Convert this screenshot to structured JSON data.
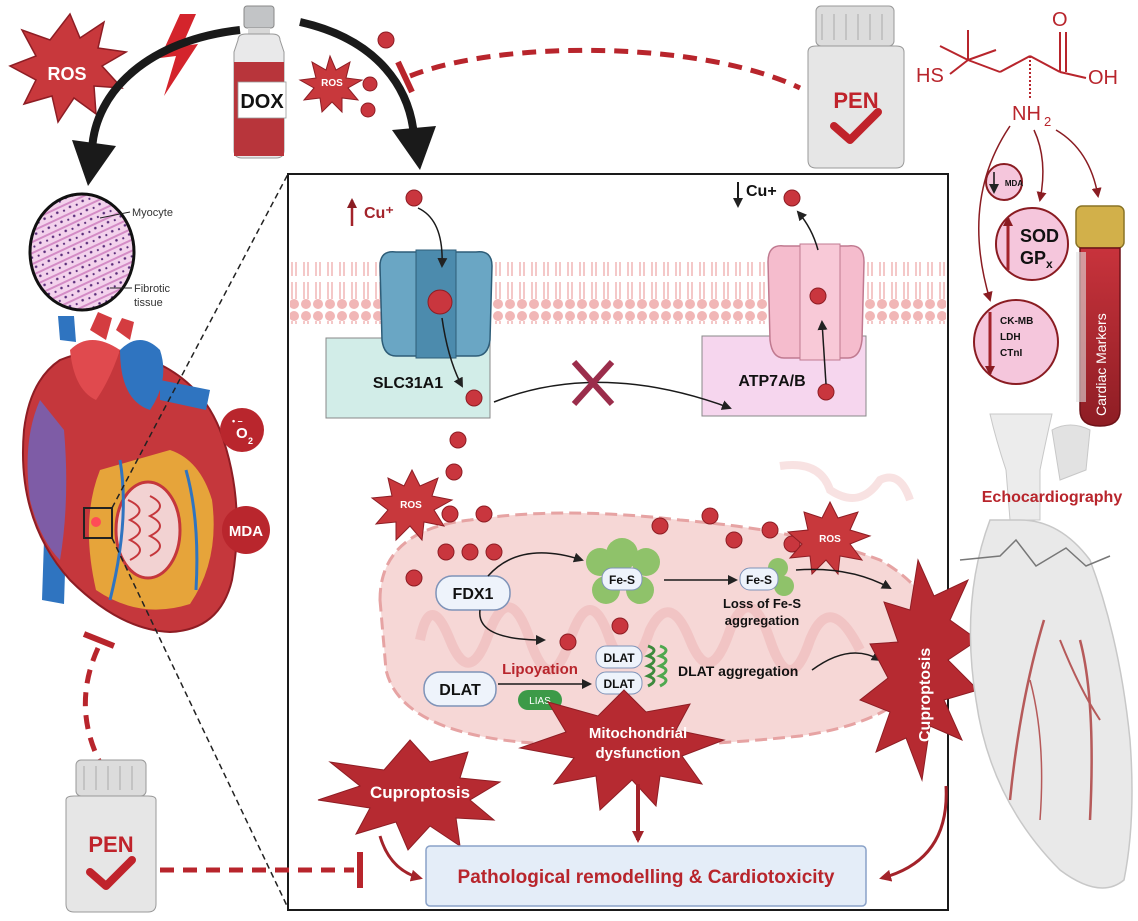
{
  "top": {
    "ros_burst_large": "ROS",
    "ros_burst_small": "ROS",
    "dox_label": "DOX",
    "pen_label": "PEN"
  },
  "histology": {
    "myocyte_label": "Myocyte",
    "fibrotic_label_line1": "Fibrotic",
    "fibrotic_label_line2": "tissue"
  },
  "heart": {
    "superoxide_label": "O",
    "superoxide_sub": "2",
    "superoxide_sup": "•  –",
    "mda_label": "MDA"
  },
  "membrane": {
    "cu_in_label": "Cu⁺",
    "cu_out_label": "Cu+",
    "importer_label": "SLC31A1",
    "exporter_label": "ATP7A/B"
  },
  "mitochondria": {
    "ros_left": "ROS",
    "ros_right": "ROS",
    "fdx1_label": "FDX1",
    "fes_label_1": "Fe-S",
    "fes_label_2": "Fe-S",
    "loss_fes_line1": "Loss of Fe-S",
    "loss_fes_line2": "aggregation",
    "dlat_label": "DLAT",
    "dlat_a": "DLAT",
    "dlat_b": "DLAT",
    "lipoyation_label": "Lipoyation",
    "lias_label": "LIAS",
    "dlat_aggregation_label": "DLAT aggregation"
  },
  "outcomes": {
    "mito_dysfunction_line1": "Mitochondrial",
    "mito_dysfunction_line2": "dysfunction",
    "cuproptosis_left": "Cuproptosis",
    "cuproptosis_right": "Cuproptosis",
    "final_label": "Pathological remodelling & Cardiotoxicity"
  },
  "right_panel": {
    "hs_label": "HS",
    "oh_label": "OH",
    "o_label": "O",
    "nh2_label": "NH",
    "nh2_sub": "2",
    "mda_small": "MDA",
    "sod_label": "SOD",
    "gpx_label": "GP",
    "gpx_sub": "x",
    "markers_line1": "CK-MB",
    "markers_line2": "LDH",
    "markers_line3": "CTnI",
    "cardiac_markers_label": "Cardiac Markers",
    "echo_label": "Echocardiography"
  },
  "bottom_left": {
    "pen_label": "PEN"
  },
  "colors": {
    "dark_red": "#b8252c",
    "copper": "#c9363e",
    "membrane_pink": "#f4c9c7",
    "channel_blue": "#6aa6c4",
    "channel_pink": "#f3b3c8",
    "mito_pink": "#f6d7d6",
    "fes_green": "#8fc26a",
    "final_box": "#e4edf8"
  }
}
